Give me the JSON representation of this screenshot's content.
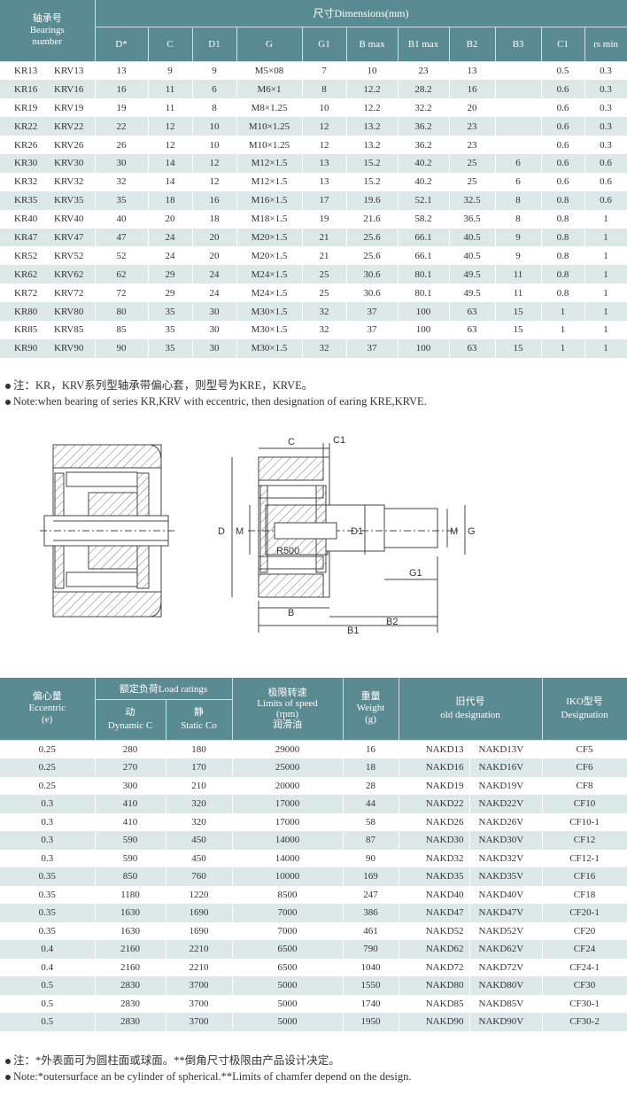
{
  "table1": {
    "header": {
      "bearing_cn": "轴承号",
      "bearing_en1": "Bearings",
      "bearing_en2": "number",
      "dimensions": "尺寸Dimensions(mm)",
      "cols": [
        "D*",
        "C",
        "D1",
        "G",
        "G1",
        "B max",
        "B1 max",
        "B2",
        "B3",
        "C1",
        "rs min"
      ]
    },
    "rows": [
      [
        "KR13",
        "KRV13",
        "13",
        "9",
        "9",
        "M5×08",
        "7",
        "10",
        "23",
        "13",
        "",
        "0.5",
        "0.3"
      ],
      [
        "KR16",
        "KRV16",
        "16",
        "11",
        "6",
        "M6×1",
        "8",
        "12.2",
        "28.2",
        "16",
        "",
        "0.6",
        "0.3"
      ],
      [
        "KR19",
        "KRV19",
        "19",
        "11",
        "8",
        "M8×1.25",
        "10",
        "12.2",
        "32.2",
        "20",
        "",
        "0.6",
        "0.3"
      ],
      [
        "KR22",
        "KRV22",
        "22",
        "12",
        "10",
        "M10×1.25",
        "12",
        "13.2",
        "36.2",
        "23",
        "",
        "0.6",
        "0.3"
      ],
      [
        "KR26",
        "KRV26",
        "26",
        "12",
        "10",
        "M10×1.25",
        "12",
        "13.2",
        "36.2",
        "23",
        "",
        "0.6",
        "0.3"
      ],
      [
        "KR30",
        "KRV30",
        "30",
        "14",
        "12",
        "M12×1.5",
        "13",
        "15.2",
        "40.2",
        "25",
        "6",
        "0.6",
        "0.6"
      ],
      [
        "KR32",
        "KRV32",
        "32",
        "14",
        "12",
        "M12×1.5",
        "13",
        "15.2",
        "40.2",
        "25",
        "6",
        "0.6",
        "0.6"
      ],
      [
        "KR35",
        "KRV35",
        "35",
        "18",
        "16",
        "M16×1.5",
        "17",
        "19.6",
        "52.1",
        "32.5",
        "8",
        "0.8",
        "0.6"
      ],
      [
        "KR40",
        "KRV40",
        "40",
        "20",
        "18",
        "M18×1.5",
        "19",
        "21.6",
        "58.2",
        "36.5",
        "8",
        "0.8",
        "1"
      ],
      [
        "KR47",
        "KRV47",
        "47",
        "24",
        "20",
        "M20×1.5",
        "21",
        "25.6",
        "66.1",
        "40.5",
        "9",
        "0.8",
        "1"
      ],
      [
        "KR52",
        "KRV52",
        "52",
        "24",
        "20",
        "M20×1.5",
        "21",
        "25.6",
        "66.1",
        "40.5",
        "9",
        "0.8",
        "1"
      ],
      [
        "KR62",
        "KRV62",
        "62",
        "29",
        "24",
        "M24×1.5",
        "25",
        "30.6",
        "80.1",
        "49.5",
        "11",
        "0.8",
        "1"
      ],
      [
        "KR72",
        "KRV72",
        "72",
        "29",
        "24",
        "M24×1.5",
        "25",
        "30.6",
        "80.1",
        "49.5",
        "11",
        "0.8",
        "1"
      ],
      [
        "KR80",
        "KRV80",
        "80",
        "35",
        "30",
        "M30×1.5",
        "32",
        "37",
        "100",
        "63",
        "15",
        "1",
        "1"
      ],
      [
        "KR85",
        "KRV85",
        "85",
        "35",
        "30",
        "M30×1.5",
        "32",
        "37",
        "100",
        "63",
        "15",
        "1",
        "1"
      ],
      [
        "KR90",
        "KRV90",
        "90",
        "35",
        "30",
        "M30×1.5",
        "32",
        "37",
        "100",
        "63",
        "15",
        "1",
        "1"
      ]
    ]
  },
  "notes1": {
    "cn": "注：KR，KRV系列型轴承带偏心套，则型号为KRE，KRVE。",
    "en": "Note:when bearing of series KR,KRV with eccentric, then designation of earing KRE,KRVE."
  },
  "diagram": {
    "labels": {
      "C": "C",
      "C1": "C1",
      "D": "D",
      "M": "M",
      "D1": "D1",
      "R500": "R500",
      "G1": "G1",
      "G": "G",
      "B": "B",
      "B2": "B2",
      "B1": "B1"
    }
  },
  "table2": {
    "header": {
      "ecc_cn": "偏心量",
      "ecc_en": "Eccentric",
      "ecc_unit": "(e)",
      "load": "额定负荷Load ratings",
      "dyn_cn": "动",
      "dyn_en": "Dynamic C",
      "sta_cn": "静",
      "sta_en": "Static Co",
      "speed_cn": "极限转速",
      "speed_en": "Limits of speed",
      "speed_unit": "(rpm)",
      "speed_oil": "润滑油",
      "wt_cn": "重量",
      "wt_en": "Weight",
      "wt_unit": "(g)",
      "old_cn": "旧代号",
      "old_en": "old designation",
      "iko_cn": "IKO型号",
      "iko_en": "Designation"
    },
    "rows": [
      [
        "0.25",
        "280",
        "180",
        "29000",
        "16",
        "NAKD13",
        "NAKD13V",
        "CF5"
      ],
      [
        "0.25",
        "270",
        "170",
        "25000",
        "18",
        "NAKD16",
        "NAKD16V",
        "CF6"
      ],
      [
        "0.25",
        "300",
        "210",
        "20000",
        "28",
        "NAKD19",
        "NAKD19V",
        "CF8"
      ],
      [
        "0.3",
        "410",
        "320",
        "17000",
        "44",
        "NAKD22",
        "NAKD22V",
        "CF10"
      ],
      [
        "0.3",
        "410",
        "320",
        "17000",
        "58",
        "NAKD26",
        "NAKD26V",
        "CF10-1"
      ],
      [
        "0.3",
        "590",
        "450",
        "14000",
        "87",
        "NAKD30",
        "NAKD30V",
        "CF12"
      ],
      [
        "0.3",
        "590",
        "450",
        "14000",
        "90",
        "NAKD32",
        "NAKD32V",
        "CF12-1"
      ],
      [
        "0.35",
        "850",
        "760",
        "10000",
        "169",
        "NAKD35",
        "NAKD35V",
        "CF16"
      ],
      [
        "0.35",
        "1180",
        "1220",
        "8500",
        "247",
        "NAKD40",
        "NAKD40V",
        "CF18"
      ],
      [
        "0.35",
        "1630",
        "1690",
        "7000",
        "386",
        "NAKD47",
        "NAKD47V",
        "CF20-1"
      ],
      [
        "0.35",
        "1630",
        "1690",
        "7000",
        "461",
        "NAKD52",
        "NAKD52V",
        "CF20"
      ],
      [
        "0.4",
        "2160",
        "2210",
        "6500",
        "790",
        "NAKD62",
        "NAKD62V",
        "CF24"
      ],
      [
        "0.4",
        "2160",
        "2210",
        "6500",
        "1040",
        "NAKD72",
        "NAKD72V",
        "CF24-1"
      ],
      [
        "0.5",
        "2830",
        "3700",
        "5000",
        "1550",
        "NAKD80",
        "NAKD80V",
        "CF30"
      ],
      [
        "0.5",
        "2830",
        "3700",
        "5000",
        "1740",
        "NAKD85",
        "NAKD85V",
        "CF30-1"
      ],
      [
        "0.5",
        "2830",
        "3700",
        "5000",
        "1950",
        "NAKD90",
        "NAKD90V",
        "CF30-2"
      ]
    ]
  },
  "notes2": {
    "cn": "注：*外表面可为圆柱面或球面。**倒角尺寸极限由产品设计决定。",
    "en": "Note:*outersurface an be cylinder of spherical.**Limits of chamfer depend on the design."
  }
}
